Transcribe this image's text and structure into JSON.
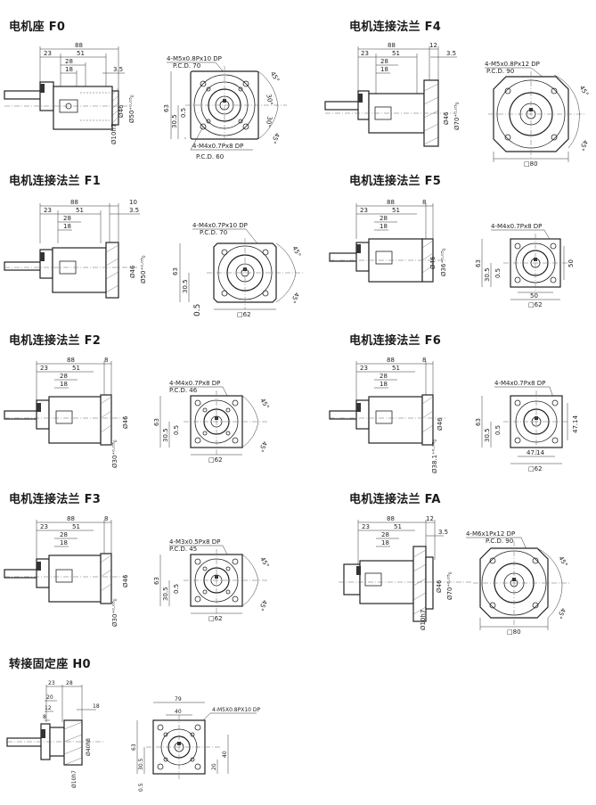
{
  "sections": [
    {
      "id": "f0",
      "title": "电机座 F0",
      "side": {
        "dims": [
          "88",
          "23",
          "51",
          "28",
          "18",
          "3.5"
        ],
        "diams": [
          "Ø46",
          "Ø50⁺⁰·⁰⁵₀",
          "Ø10h7"
        ]
      },
      "front": {
        "notes": [
          "4-M5x0.8Px10 DP",
          "P.C.D. 70",
          "4-M4x0.7Px8 DP",
          "P.C.D. 60"
        ],
        "dims": [
          "63",
          "30.5",
          "0.5"
        ],
        "angles": [
          "45°",
          "30°",
          "30°",
          "45°"
        ]
      }
    },
    {
      "id": "f4",
      "title": "电机连接法兰 F4",
      "side": {
        "dims": [
          "88",
          "12",
          "23",
          "51",
          "28",
          "18",
          "3.5"
        ],
        "diams": [
          "Ø46",
          "Ø70⁺⁰·⁰⁵₀"
        ]
      },
      "front": {
        "notes": [
          "4-M5x0.8Px12 DP",
          "P.C.D. 90"
        ],
        "dims": [
          "□80"
        ],
        "angles": [
          "45°",
          "45°"
        ]
      }
    },
    {
      "id": "f1",
      "title": "电机连接法兰 F1",
      "side": {
        "dims": [
          "88",
          "10",
          "23",
          "51",
          "3.5",
          "28",
          "18"
        ],
        "diams": [
          "Ø46",
          "Ø50⁺⁰·⁰⁵₀"
        ]
      },
      "front": {
        "notes": [
          "4-M4x0.7Px10 DP",
          "P.C.D. 70"
        ],
        "dims": [
          "63",
          "30.5",
          "0.5",
          "□62"
        ],
        "angles": [
          "45°",
          "45°"
        ]
      }
    },
    {
      "id": "f5",
      "title": "电机连接法兰 F5",
      "side": {
        "dims": [
          "88",
          "8",
          "23",
          "51",
          "28",
          "18"
        ],
        "diams": [
          "Ø36⁺⁰·⁰⁵₀",
          "Ø46"
        ]
      },
      "front": {
        "notes": [
          "4-M4x0.7Px8 DP"
        ],
        "dims": [
          "63",
          "30.5",
          "0.5",
          "50",
          "50",
          "□62"
        ],
        "angles": []
      }
    },
    {
      "id": "f2",
      "title": "电机连接法兰 F2",
      "side": {
        "dims": [
          "88",
          "8",
          "23",
          "51",
          "28",
          "18"
        ],
        "diams": [
          "Ø46",
          "Ø30⁺⁰·⁰⁵₀"
        ]
      },
      "front": {
        "notes": [
          "4-M4x0.7Px8 DP",
          "P.C.D. 46"
        ],
        "dims": [
          "63",
          "30.5",
          "0.5",
          "□62"
        ],
        "angles": [
          "45°",
          "45°"
        ]
      }
    },
    {
      "id": "f6",
      "title": "电机连接法兰 F6",
      "side": {
        "dims": [
          "88",
          "8",
          "23",
          "51",
          "28",
          "18"
        ],
        "diams": [
          "Ø46",
          "Ø38.1⁺⁰·⁰⁸₀"
        ]
      },
      "front": {
        "notes": [
          "4-M4x0.7Px8 DP"
        ],
        "dims": [
          "63",
          "30.5",
          "0.5",
          "47.14",
          "47.14",
          "□62"
        ],
        "angles": []
      }
    },
    {
      "id": "f3",
      "title": "电机连接法兰 F3",
      "side": {
        "dims": [
          "88",
          "8",
          "23",
          "51",
          "28",
          "18"
        ],
        "diams": [
          "Ø46",
          "Ø30⁺⁰·⁰⁵₀"
        ]
      },
      "front": {
        "notes": [
          "4-M3x0.5Px8 DP",
          "P.C.D. 45"
        ],
        "dims": [
          "63",
          "30.5",
          "0.5",
          "□62"
        ],
        "angles": [
          "45°",
          "45°"
        ]
      }
    },
    {
      "id": "fa",
      "title": "电机连接法兰 FA",
      "side": {
        "dims": [
          "88",
          "12",
          "23",
          "51",
          "28",
          "18",
          "3.5"
        ],
        "diams": [
          "Ø46",
          "Ø70⁺⁰·⁰⁵₀",
          "Ø10h7"
        ]
      },
      "front": {
        "notes": [
          "4-M6x1Px12 DP",
          "P.C.D. 90"
        ],
        "dims": [
          "□80"
        ],
        "angles": [
          "45°",
          "45°"
        ]
      }
    },
    {
      "id": "h0",
      "title": "转接固定座 H0",
      "side": {
        "dims": [
          "23",
          "28",
          "20",
          "12",
          "8",
          "18"
        ],
        "diams": [
          "Ø40h8",
          "Ø10h7"
        ]
      },
      "front": {
        "notes": [
          "4-M5X0.8PX10 DP"
        ],
        "dims": [
          "79",
          "40",
          "63",
          "30.5",
          "0.5",
          "20",
          "40"
        ],
        "angles": []
      }
    }
  ]
}
